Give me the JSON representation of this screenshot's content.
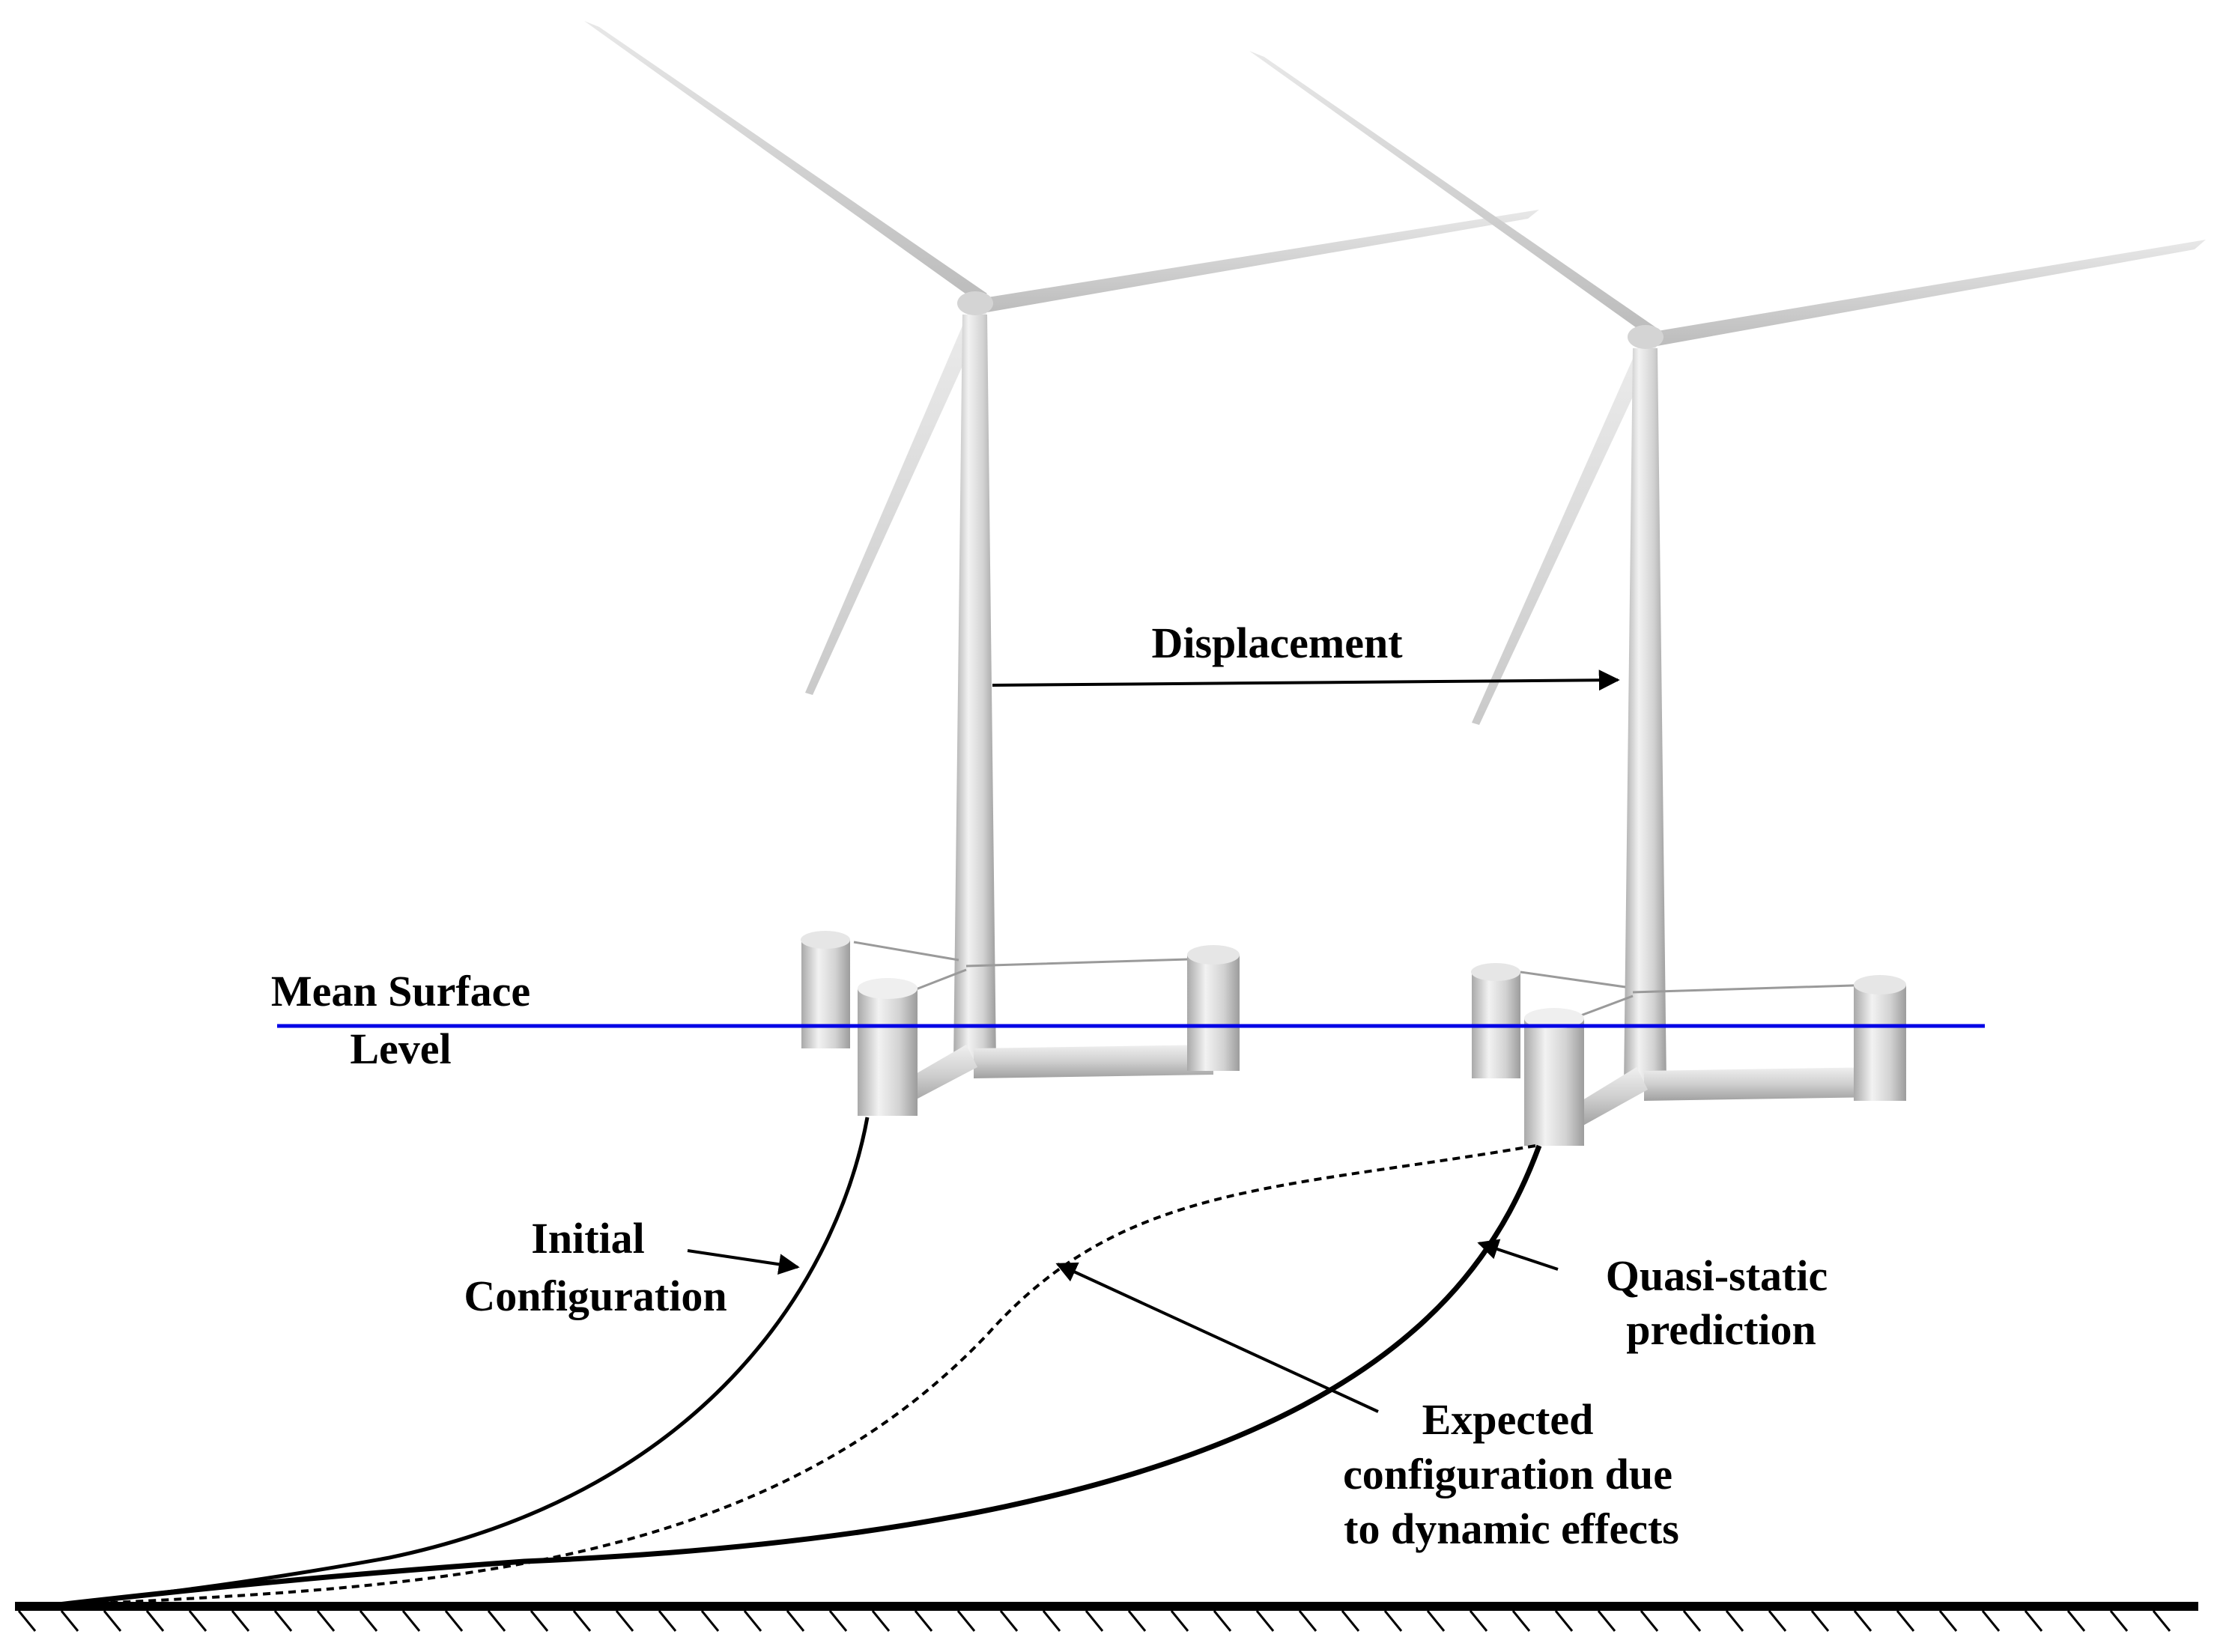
{
  "labels": {
    "displacement": "Displacement",
    "mean_surface_line1": "Mean Surface",
    "mean_surface_line2": "Level",
    "initial_line1": "Initial",
    "initial_line2": "Configuration",
    "quasi_line1": "Quasi-static",
    "quasi_line2": "prediction",
    "expected_line1": "Expected",
    "expected_line2": "configuration due",
    "expected_line3": "to dynamic effects"
  },
  "colors": {
    "surface_line": "#0000e6",
    "turbine_light": "#f0f0f0",
    "turbine_mid": "#c8c8c8",
    "turbine_dark": "#a8a8a8",
    "ink": "#000000"
  }
}
